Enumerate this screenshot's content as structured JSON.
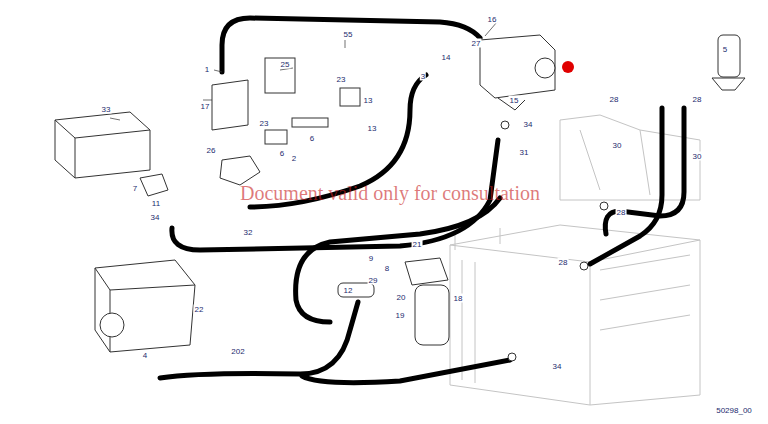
{
  "diagram": {
    "labels": [
      "55",
      "16",
      "27",
      "14",
      "3",
      "15",
      "1",
      "25",
      "17",
      "23",
      "13",
      "23",
      "6",
      "6",
      "13",
      "2",
      "33",
      "34",
      "31",
      "26",
      "7",
      "11",
      "34",
      "32",
      "5",
      "28",
      "28",
      "30",
      "30",
      "28",
      "28",
      "21",
      "9",
      "8",
      "29",
      "20",
      "12",
      "18",
      "19",
      "22",
      "4",
      "202",
      "34",
      "50298_00",
      "Document valid only for consultation"
    ]
  }
}
